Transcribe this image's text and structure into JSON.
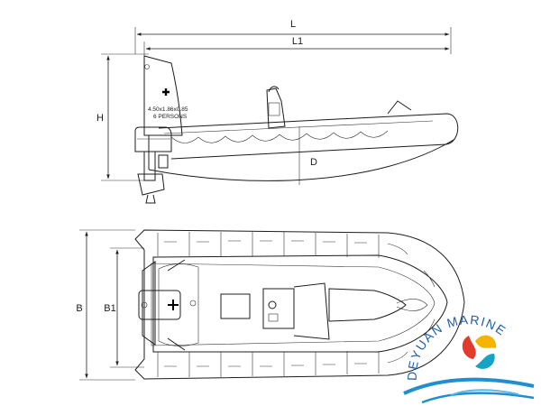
{
  "dimensions": {
    "overall_length": "L",
    "hull_length": "L1",
    "height": "H",
    "depth": "D",
    "overall_beam": "B",
    "inner_beam": "B1"
  },
  "plate": {
    "line1": "4.50x1.86x0.85",
    "line2": "6 PERSONS"
  },
  "logo": {
    "brand": "DEYUAN MARINE",
    "colors": {
      "wave_blue": "#1f8fd1",
      "red": "#e23b2e",
      "yellow": "#f4b400",
      "teal": "#17a3c4",
      "text": "#1e5fa8"
    }
  }
}
